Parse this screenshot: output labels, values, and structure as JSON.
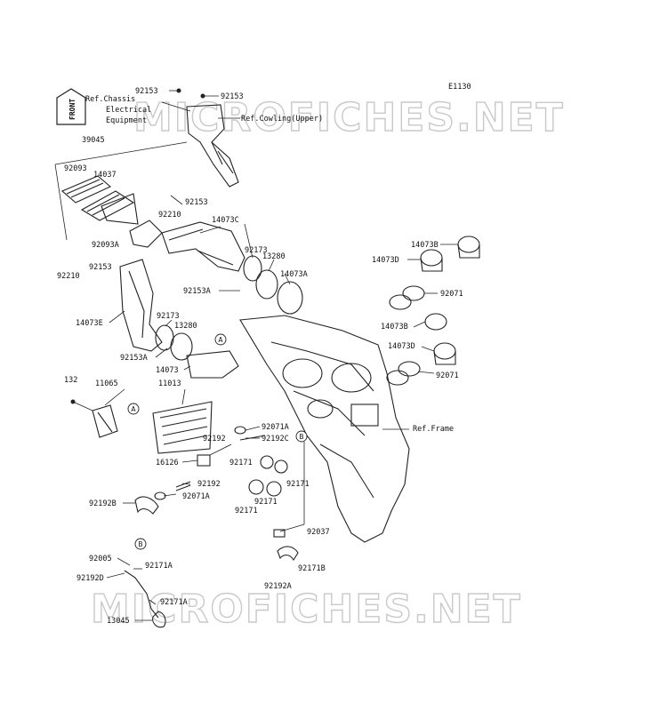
{
  "diagram_code": "E1130",
  "watermark": "MICROFICHES.NET",
  "front_label": "FRONT",
  "references": {
    "chassis": [
      "Ref.Chassis",
      "Electrical",
      "Equipment"
    ],
    "cowling": "Ref.Cowling(Upper)",
    "frame": "Ref.Frame"
  },
  "callouts": [
    "A",
    "A",
    "B",
    "B"
  ],
  "parts": [
    "92153",
    "92153",
    "39045",
    "92093",
    "14037",
    "92153",
    "92210",
    "92093A",
    "14073C",
    "92210",
    "92153",
    "92173",
    "13280",
    "14073A",
    "92153A",
    "14073E",
    "92173",
    "13280",
    "92153A",
    "14073",
    "14073B",
    "14073D",
    "92071",
    "14073B",
    "14073D",
    "92071",
    "132",
    "11065",
    "11013",
    "92071A",
    "92192",
    "92192C",
    "16126",
    "92171",
    "92192",
    "92171",
    "92192B",
    "92071A",
    "92171",
    "92171",
    "92037",
    "92005",
    "92171A",
    "92171B",
    "92192D",
    "92192A",
    "92171A",
    "13045"
  ]
}
